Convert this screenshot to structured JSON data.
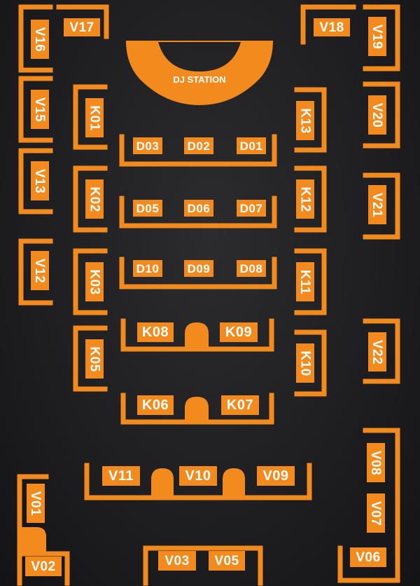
{
  "stage": {
    "label": "DJ STATION"
  },
  "colors": {
    "accent": "#f28a1e",
    "background": "#1f1f21",
    "text": "#ffffff"
  },
  "tables": {
    "V17": "V17",
    "V16": "V16",
    "V15": "V15",
    "V13": "V13",
    "V12": "V12",
    "V18": "V18",
    "V19": "V19",
    "V20": "V20",
    "V21": "V21",
    "V22": "V22",
    "K01": "K01",
    "K02": "K02",
    "K03": "K03",
    "K05": "K05",
    "K13": "K13",
    "K12": "K12",
    "K11": "K11",
    "K10": "K10",
    "D03": "D03",
    "D02": "D02",
    "D01": "D01",
    "D05": "D05",
    "D06": "D06",
    "D07": "D07",
    "D10": "D10",
    "D09": "D09",
    "D08": "D08",
    "K08": "K08",
    "K09": "K09",
    "K06": "K06",
    "K07": "K07",
    "V11": "V11",
    "V10": "V10",
    "V09": "V09",
    "V08": "V08",
    "V07": "V07",
    "V06": "V06",
    "V01": "V01",
    "V02": "V02",
    "V03": "V03",
    "V05": "V05"
  }
}
